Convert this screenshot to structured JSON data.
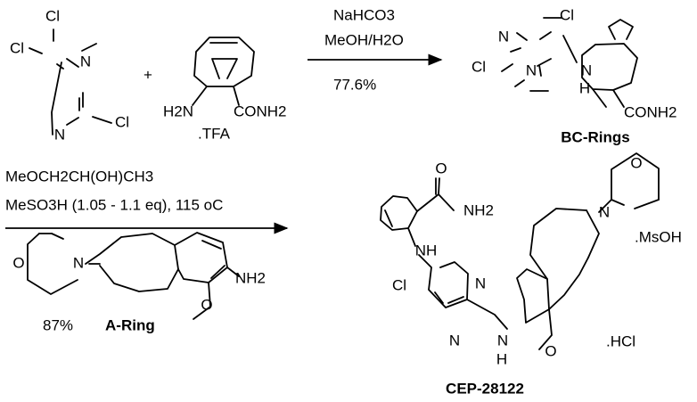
{
  "reagents_step1": {
    "line1": "NaHCO3",
    "line2": "MeOH/H2O",
    "yield": "77.6%"
  },
  "reagents_step2": {
    "line1": "MeOCH2CH(OH)CH3",
    "line2": "MeSO3H (1.05 - 1.1 eq), 115 oC",
    "yield": "87%"
  },
  "labels": {
    "bc_rings": "BC-Rings",
    "a_ring": "A-Ring",
    "product": "CEP-28122",
    "plus": "+"
  },
  "atoms": {
    "cl": "Cl",
    "n": "N",
    "h": "H",
    "o": "O",
    "h2n": "H2N",
    "nh2": "NH2",
    "nh": "NH",
    "conh2": "CONH2",
    "tfa": ".TFA",
    "hcl": ".HCl",
    "msoh": ".MsOH"
  }
}
